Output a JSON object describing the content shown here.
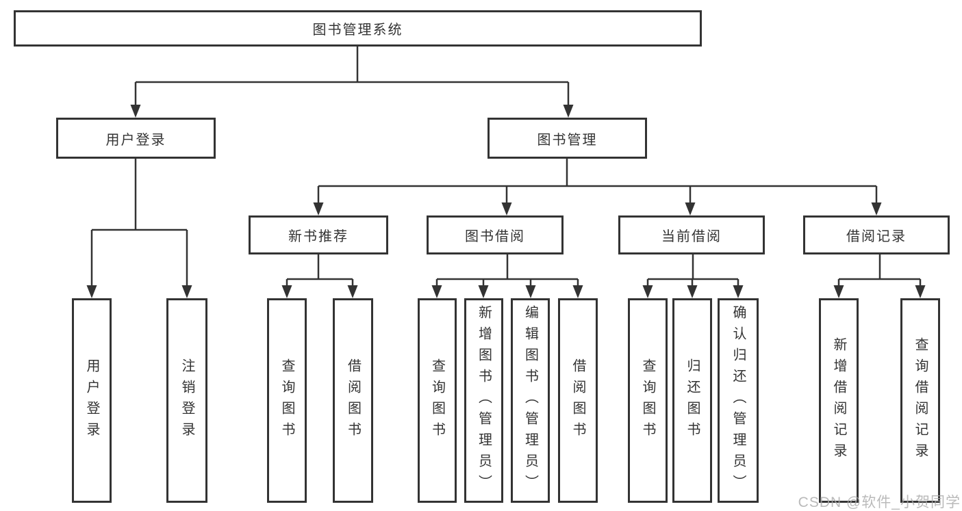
{
  "root": {
    "label": "图书管理系统"
  },
  "level2": [
    {
      "label": "用户登录"
    },
    {
      "label": "图书管理"
    }
  ],
  "level3": [
    {
      "label": "新书推荐"
    },
    {
      "label": "图书借阅"
    },
    {
      "label": "当前借阅"
    },
    {
      "label": "借阅记录"
    }
  ],
  "leaves": {
    "login": [
      {
        "label": "用户登录"
      },
      {
        "label": "注销登录"
      }
    ],
    "recommend": [
      {
        "label": "查询图书"
      },
      {
        "label": "借阅图书"
      }
    ],
    "borrow": [
      {
        "label": "查询图书"
      },
      {
        "label": "新增图书（管理员）"
      },
      {
        "label": "编辑图书（管理员）"
      },
      {
        "label": "借阅图书"
      }
    ],
    "current": [
      {
        "label": "查询图书"
      },
      {
        "label": "归还图书"
      },
      {
        "label": "确认归还（管理员）"
      }
    ],
    "records": [
      {
        "label": "新增借阅记录"
      },
      {
        "label": "查询借阅记录"
      }
    ]
  },
  "watermark": {
    "text": "CSDN @软件_小贺同学"
  },
  "colors": {
    "line": "#333333",
    "text": "#333333",
    "background": "#ffffff",
    "watermark": "#a9a9a9"
  }
}
